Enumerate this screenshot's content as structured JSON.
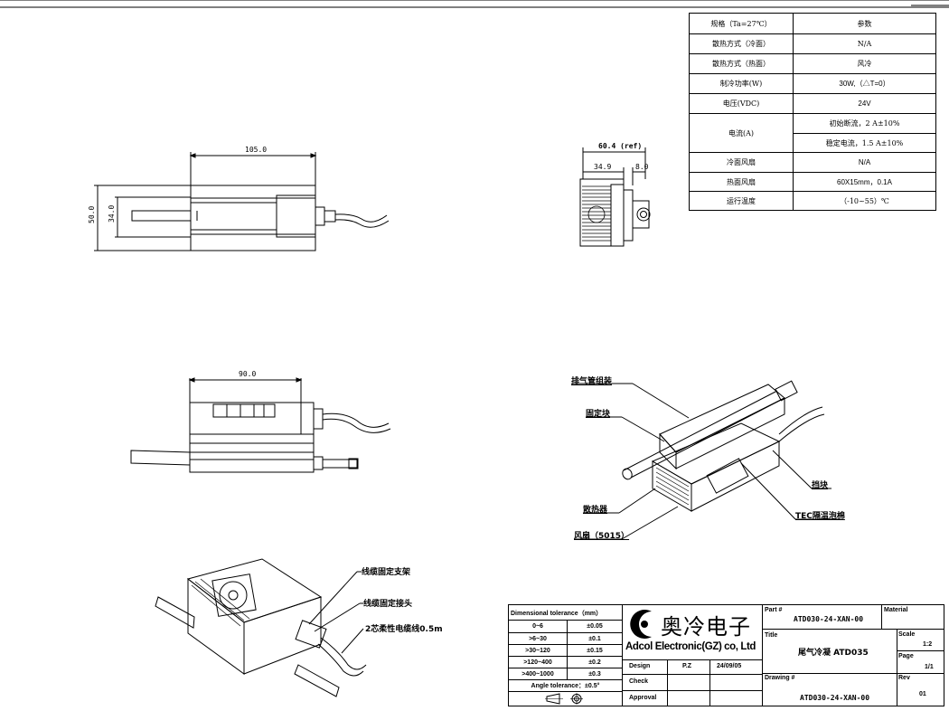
{
  "spec_table": {
    "header": {
      "param_label": "规格（Ta=27℃）",
      "value_label": "参数"
    },
    "rows": [
      {
        "label": "散热方式（冷面）",
        "value": "N/A"
      },
      {
        "label": "散热方式（热面）",
        "value": "风冷"
      },
      {
        "label": "制冷功率(W)",
        "value": "30W,（△T=0）"
      },
      {
        "label": "电压(VDC)",
        "value": "24V"
      },
      {
        "label": "电流(A)",
        "value": "初始断流，2 A±10%",
        "value2": "稳定电流，1.5 A±10%"
      },
      {
        "label": "冷面风扇",
        "value": "N/A"
      },
      {
        "label": "热面风扇",
        "value": "60X15mm，0.1A"
      },
      {
        "label": "运行温度",
        "value": "（-10~55）℃"
      }
    ]
  },
  "dimensions": {
    "front_width": "105.0",
    "front_height": "50.0",
    "front_inner_height": "34.0",
    "side_total": "60.4 (ref)",
    "side_left": "34.9",
    "side_right": "8.0",
    "bottom_width": "90.0"
  },
  "callouts": {
    "exhaust_pipe": "排气管组装",
    "fixing_block": "固定块",
    "baffle": "挡块",
    "heatsink": "散热器",
    "tec_foam": "TEC隔温泡棉",
    "fan": "风扇（5015）",
    "cable_bracket": "线缆固定支架",
    "cable_connector": "线缆固定接头",
    "cable": "2芯柔性电缆线0.5m"
  },
  "title_block": {
    "tolerance_title": "Dimensional tolerance（mm）",
    "tolerances": [
      {
        "range": "0~6",
        "value": "±0.05"
      },
      {
        "range": ">6~30",
        "value": "±0.1"
      },
      {
        "range": ">30~120",
        "value": "±0.15"
      },
      {
        "range": ">120~400",
        "value": "±0.2"
      },
      {
        "range": ">400~1000",
        "value": "±0.3"
      }
    ],
    "angle_tolerance": "Angle tolerance：±0.5°",
    "logo_text": "奥冷电子",
    "company": "Adcol Electronic(GZ) co, Ltd",
    "design_label": "Design",
    "designer": "P.Z",
    "date": "24/09/05",
    "check_label": "Check",
    "approval_label": "Approval",
    "part_label": "Part #",
    "part_no": "ATD030-24-XAN-00",
    "material_label": "Material",
    "title_label": "Title",
    "title": "尾气冷凝 ATD035",
    "scale_label": "Scale",
    "scale": "1:2",
    "page_label": "Page",
    "page": "1/1",
    "drawing_label": "Drawing #",
    "drawing_no": "ATD030-24-XAN-00",
    "rev_label": "Rev",
    "rev": "01"
  }
}
